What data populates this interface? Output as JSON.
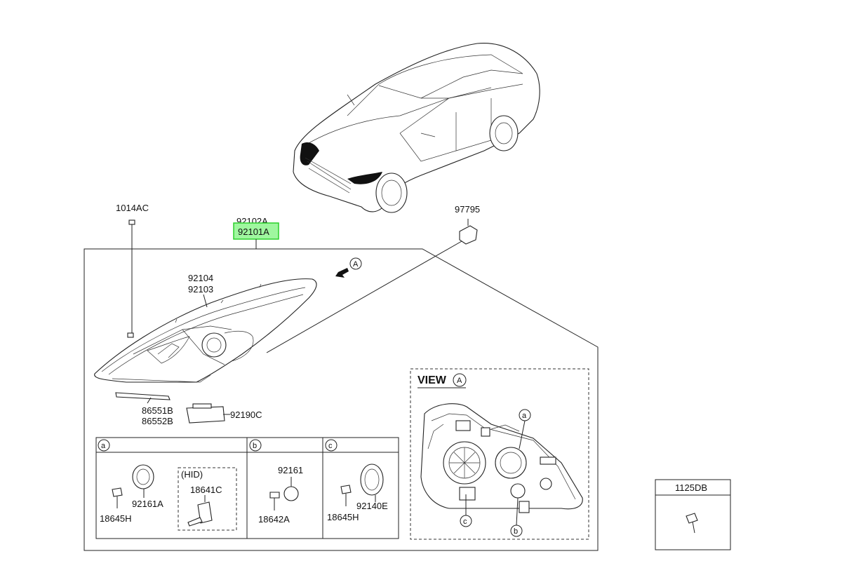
{
  "car": {
    "name": "vehicle-illustration"
  },
  "labels": {
    "p1014AC": "1014AC",
    "p92102A": "92102A",
    "p92101A": "92101A",
    "p97795": "97795",
    "p92104": "92104",
    "p92103": "92103",
    "p86551B": "86551B",
    "p86552B": "86552B",
    "p92190C": "92190C",
    "p1125DB": "1125DB"
  },
  "arrow_marker": "A",
  "view": {
    "title": "VIEW",
    "marker": "A",
    "callouts": [
      "a",
      "c",
      "b"
    ]
  },
  "sections": {
    "a": {
      "letter": "a",
      "hid_label": "(HID)",
      "parts": [
        "92161A",
        "18645H",
        "18641C"
      ]
    },
    "b": {
      "letter": "b",
      "parts": [
        "92161",
        "18642A"
      ]
    },
    "c": {
      "letter": "c",
      "parts": [
        "92140E",
        "18645H"
      ]
    }
  },
  "highlight_color": "#9ff79f"
}
